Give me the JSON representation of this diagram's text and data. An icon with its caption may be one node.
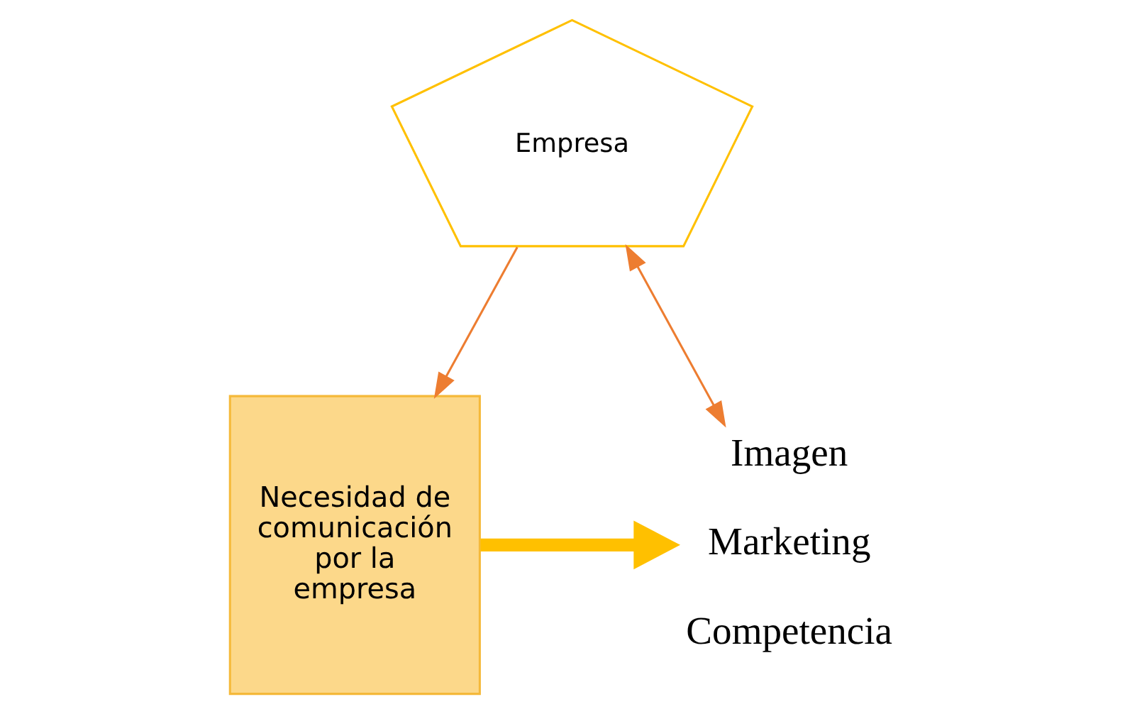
{
  "diagram": {
    "nodes": [
      {
        "text": [
          "Empresa"
        ]
      },
      {
        "text": [
          "Necesidad de comunicación por la empresa"
        ]
      },
      {
        "text": [
          "Imagen",
          "Marketing",
          "Competencia"
        ]
      }
    ],
    "edges": [
      {
        "from": 0,
        "to": 1,
        "arrow": "to"
      },
      {
        "from": 1,
        "to": 2,
        "arrow": "to",
        "style": "thick",
        "color": "#ffc000"
      },
      {
        "from": 2,
        "to": 0,
        "arrow": "both"
      }
    ]
  }
}
